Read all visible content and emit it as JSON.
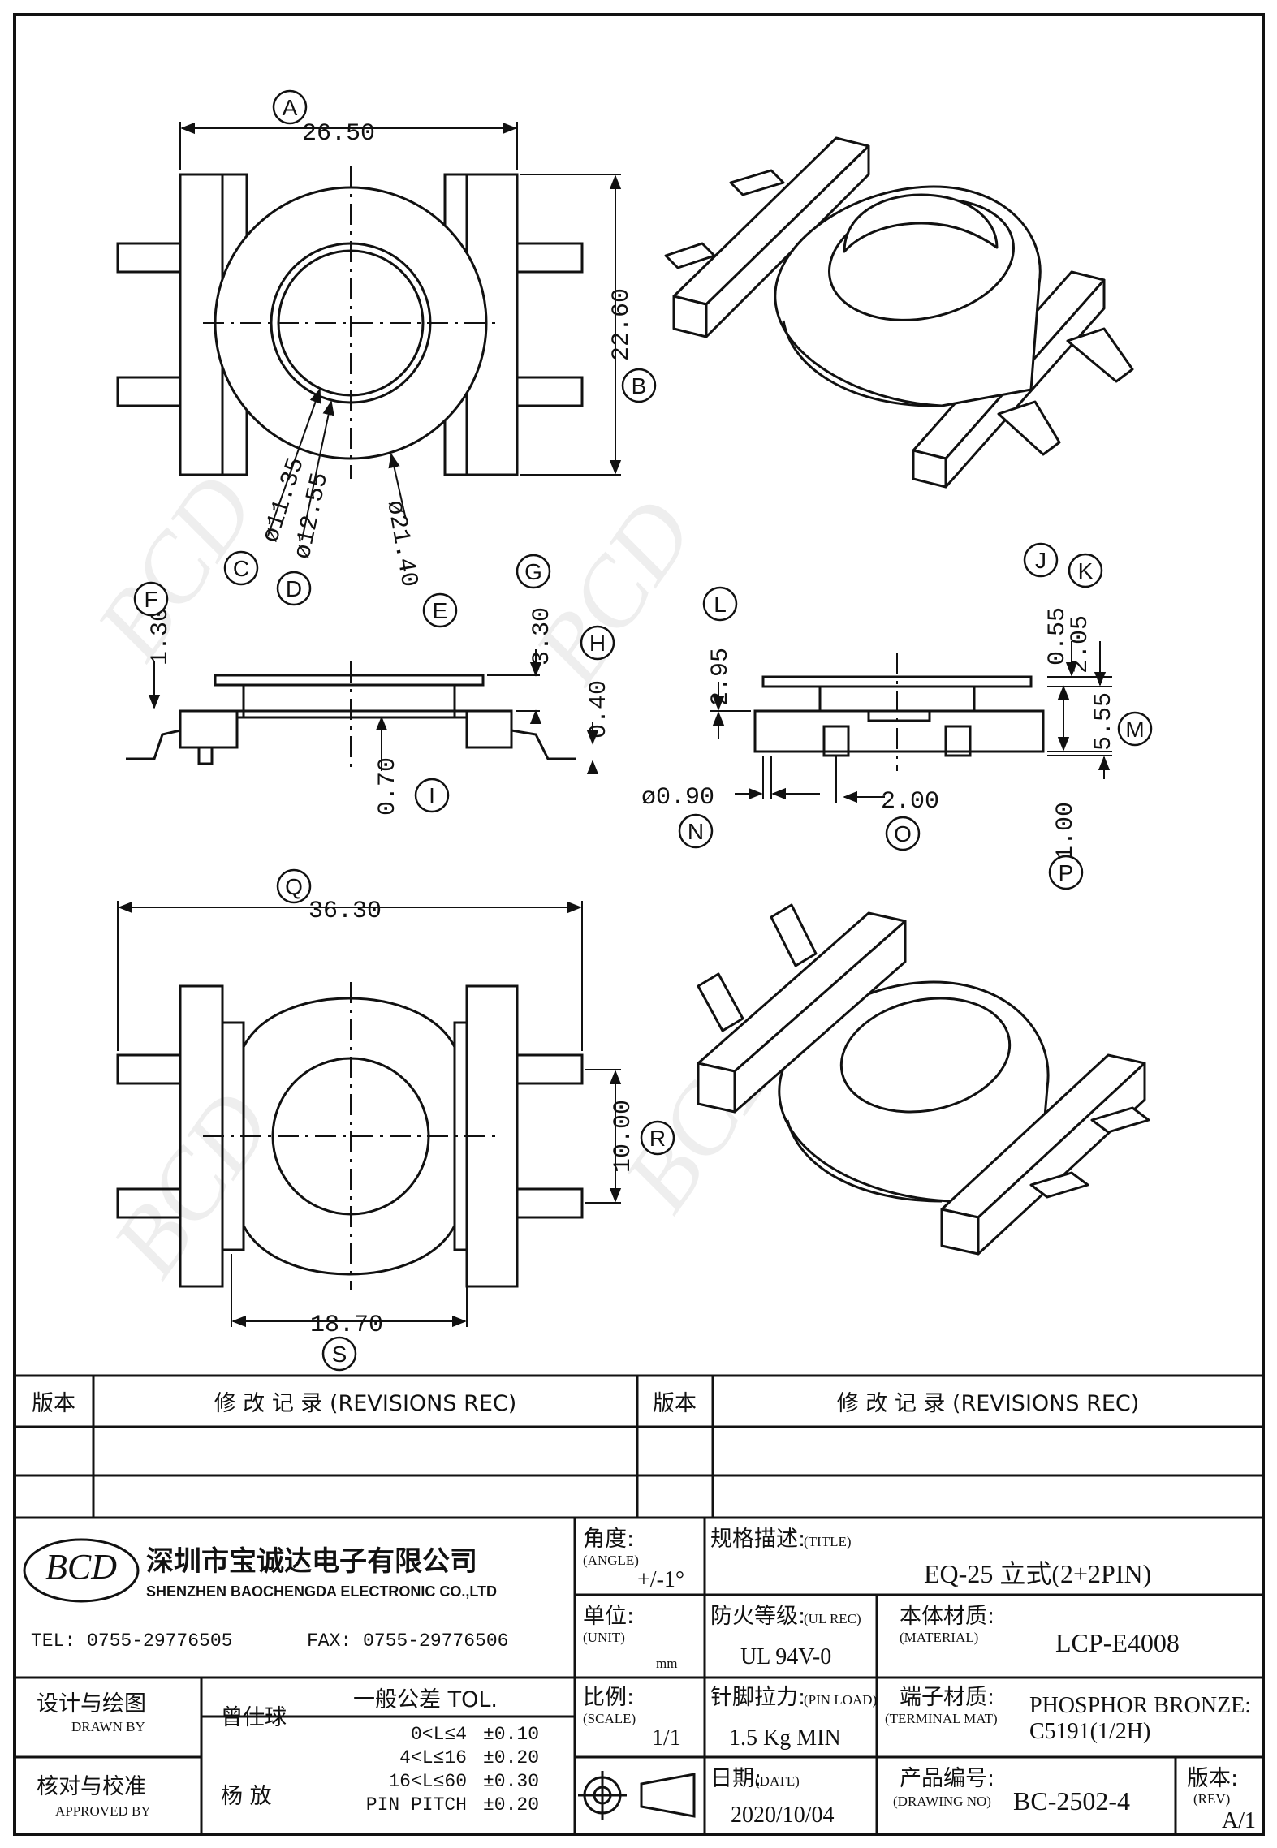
{
  "dims": {
    "A": "26.50",
    "B": "22.60",
    "C": "ø11.35",
    "D": "ø12.55",
    "E": "ø21.40",
    "F": "1.30",
    "G": "3.30",
    "H": "0.40",
    "I": "0.70",
    "J": "0.55",
    "K": "2.05",
    "L": "2.95",
    "M": "5.55",
    "N": "ø0.90",
    "O": "2.00",
    "P": "1.00",
    "Q": "36.30",
    "R": "10.00",
    "S": "18.70"
  },
  "letters": {
    "A": "A",
    "B": "B",
    "C": "C",
    "D": "D",
    "E": "E",
    "F": "F",
    "G": "G",
    "H": "H",
    "I": "I",
    "J": "J",
    "K": "K",
    "L": "L",
    "M": "M",
    "N": "N",
    "O": "O",
    "P": "P",
    "Q": "Q",
    "R": "R",
    "S": "S"
  },
  "revisions": {
    "ver_label": "版本",
    "rec_label": "修 改 记 录 (REVISIONS REC)"
  },
  "company": {
    "logo": "BCD",
    "name_cn": "深圳市宝诚达电子有限公司",
    "name_en": "SHENZHEN BAOCHENGDA ELECTRONIC CO.,LTD",
    "tel": "TEL: 0755-29776505",
    "fax": "FAX: 0755-29776506"
  },
  "title_block": {
    "angle_label_cn": "角度:",
    "angle_label_en": "(ANGLE)",
    "angle_value": "+/-1°",
    "title_label_cn": "规格描述:",
    "title_label_en": "(TITLE)",
    "title_value": "EQ-25 立式(2+2PIN)",
    "unit_label_cn": "单位:",
    "unit_label_en": "(UNIT)",
    "unit_value": "mm",
    "ul_label_cn": "防火等级:",
    "ul_label_en": "(UL REC)",
    "ul_value": "UL 94V-0",
    "material_label_cn": "本体材质:",
    "material_label_en": "(MATERIAL)",
    "material_value": "LCP-E4008",
    "drawn_label_cn": "设计与绘图",
    "drawn_label_en": "DRAWN BY",
    "drawn_value": "曾仕球",
    "tol_label": "一般公差 TOL.",
    "tol_rows": [
      {
        "range": "0<L≤4",
        "value": "±0.10"
      },
      {
        "range": "4<L≤16",
        "value": "±0.20"
      },
      {
        "range": "16<L≤60",
        "value": "±0.30"
      },
      {
        "range": "PIN PITCH",
        "value": "±0.20"
      }
    ],
    "scale_label_cn": "比例:",
    "scale_label_en": "(SCALE)",
    "scale_value": "1/1",
    "pinload_label_cn": "针脚拉力:",
    "pinload_label_en": "(PIN LOAD)",
    "pinload_value": "1.5 Kg MIN",
    "terminal_label_cn": "端子材质:",
    "terminal_label_en": "(TERMINAL MAT)",
    "terminal_value_1": "PHOSPHOR BRONZE:",
    "terminal_value_2": "C5191(1/2H)",
    "approved_label_cn": "核对与校准",
    "approved_label_en": "APPROVED BY",
    "approved_value": "杨 放",
    "date_label_cn": "日期:",
    "date_label_en": "(DATE)",
    "date_value": "2020/10/04",
    "drawing_label_cn": "产品编号:",
    "drawing_label_en": "(DRAWING NO)",
    "drawing_value": "BC-2502-4",
    "rev_label_cn": "版本:",
    "rev_label_en": "(REV)",
    "rev_value": "A/1"
  }
}
